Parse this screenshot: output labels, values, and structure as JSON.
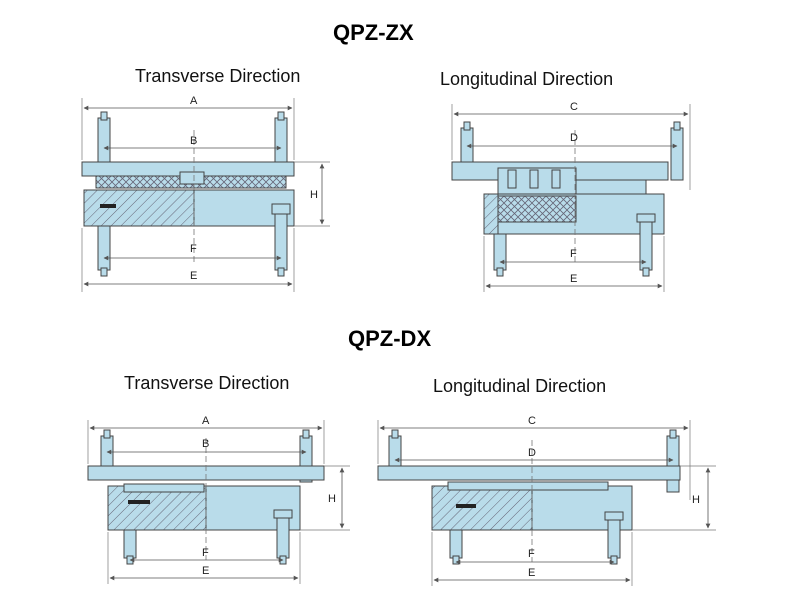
{
  "sections": [
    {
      "title": "QPZ-ZX",
      "transverse_label": "Transverse Direction",
      "longitudinal_label": "Longitudinal Direction"
    },
    {
      "title": "QPZ-DX",
      "transverse_label": "Transverse Direction",
      "longitudinal_label": "Longitudinal Direction"
    }
  ],
  "dimension_labels": {
    "A": "A",
    "B": "B",
    "C": "C",
    "D": "D",
    "E": "E",
    "F": "F",
    "H": "H"
  },
  "colors": {
    "plate_fill": "#b9dcea",
    "outline": "#444444",
    "dim_line": "#555555",
    "hatch": "#555555",
    "slider": "#222222"
  }
}
